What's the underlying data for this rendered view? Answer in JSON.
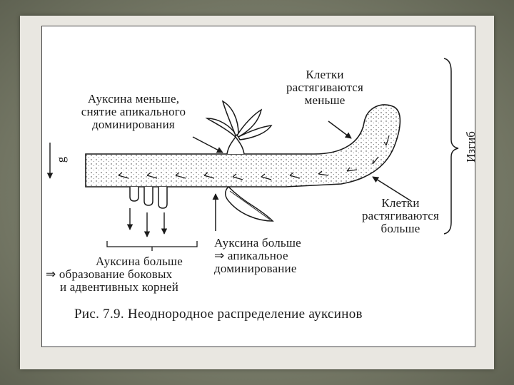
{
  "labels": {
    "top_left": "Ауксина меньше,\nснятие апикального\nдоминирования",
    "top_right": "Клетки\nрастягиваются\nменьше",
    "right_bottom": "Клетки\nрастягиваются\nбольше",
    "bottom_center": "Ауксина больше\n⇒ апикальное\nдоминирование",
    "bottom_left_1": "Ауксина больше",
    "bottom_left_2": "⇒ образование боковых",
    "bottom_left_3": "и адвентивных корней",
    "side": "Изгиб",
    "gravity": "g"
  },
  "caption": "Рис. 7.9. Неоднородное распределение ауксинов",
  "colors": {
    "background": "#7d806f",
    "paper": "#e9e7e1",
    "slide": "#ffffff",
    "ink": "#1a1a1a"
  }
}
